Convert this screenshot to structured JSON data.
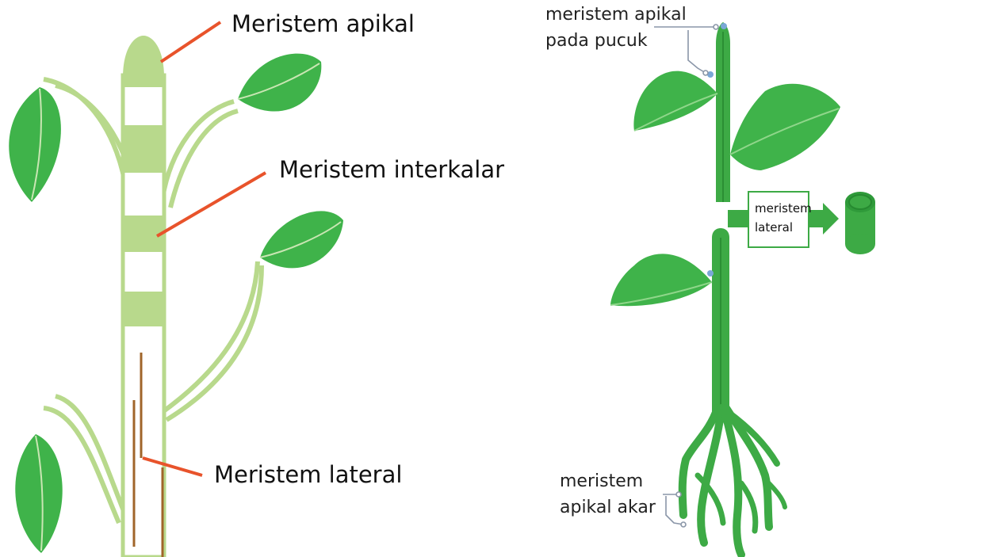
{
  "left_diagram": {
    "labels": {
      "apical": "Meristem apikal",
      "intercalary": "Meristem interkalar",
      "lateral": "Meristem lateral"
    }
  },
  "right_diagram": {
    "labels": {
      "shoot_apical_line1": "meristem apikal",
      "shoot_apical_line2": "pada pucuk",
      "lateral_line1": "meristem",
      "lateral_line2": "lateral",
      "root_apical_line1": "meristem",
      "root_apical_line2": "apikal akar"
    }
  },
  "colors": {
    "pale_green": "#b8d98c",
    "leaf_green": "#3fb34a",
    "leaf_dark": "#2f9a3a",
    "stem_green": "#3daa45",
    "pointer_orange": "#e8532b",
    "cambium_brown": "#a0652a",
    "callout_grey": "#8a96a8"
  }
}
